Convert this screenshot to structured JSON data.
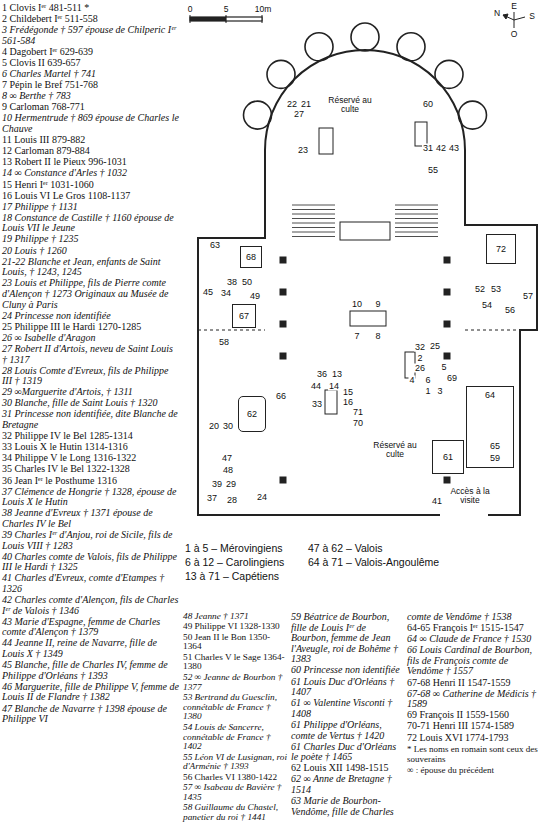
{
  "diagram": {
    "nodes": [
      {
        "text": [
          "68"
        ]
      },
      {
        "text": [
          "72"
        ]
      },
      {
        "text": [
          "67"
        ]
      },
      {
        "text": [
          "62"
        ]
      },
      {
        "text": [
          "64"
        ]
      },
      {
        "text": [
          "61"
        ]
      }
    ],
    "labels": [
      "0",
      "5",
      "10m",
      "N",
      "E",
      "S",
      "O",
      "Réservé au culte",
      "Réservé au culte",
      "Accès à la visite",
      "22",
      "21",
      "27",
      "60",
      "23",
      "31",
      "42",
      "43",
      "55",
      "63",
      "38",
      "50",
      "45",
      "34",
      "49",
      "58",
      "52",
      "53",
      "57",
      "54",
      "56",
      "10",
      "9",
      "7",
      "8",
      "36",
      "13",
      "44",
      "14",
      "15",
      "33",
      "16",
      "66",
      "71",
      "70",
      "32",
      "25",
      "2",
      "26",
      "5",
      "4",
      "6",
      "69",
      "1",
      "3",
      "65",
      "59",
      "41",
      "20",
      "30",
      "47",
      "48",
      "39",
      "29",
      "37",
      "28",
      "24",
      "1 à 5 – Mérovingiens",
      "6 à 12 – Carolingiens",
      "13 à 71 – Capétiens",
      "47 à 62 – Valois",
      "64 à 71 – Valois-Angoulême",
      "1 Clovis Iᵉʳ 481-511 *",
      "2 Childebert Iᵉʳ 511-558",
      "3 Frédégonde † 597 épouse de Chilperic Iᵉʳ 561-584",
      "4 Dagobert Iᵉʳ 629-639",
      "5 Clovis II 639-657",
      "6 Charles Martel † 741",
      "7 Pépin le Bref 751-768",
      "8 ∞ Berthe † 783",
      "9 Carloman 768-771",
      "10 Hermentrude † 869 épouse de Charles le Chauve",
      "11 Louis III 879-882",
      "12 Carloman 879-884",
      "13 Robert II le Pieux 996-1031",
      "14 ∞ Constance d'Arles † 1032",
      "15 Henri Iᵉʳ 1031-1060",
      "16 Louis VI Le Gros 1108-1137",
      "17 Philippe † 1131",
      "18 Constance de Castille † 1160 épouse de Louis VII le Jeune",
      "19 Philippe † 1235",
      "20 Louis † 1260",
      "21-22 Blanche et Jean, enfants de Saint Louis, † 1243, 1245",
      "23 Louis et Philippe, fils de Pierre comte d'Alençon † 1273 Originaux au Musée de Cluny à Paris",
      "24 Princesse non identifiée",
      "25 Philippe III le Hardi 1270-1285",
      "26 ∞ Isabelle d'Aragon",
      "27 Robert II d'Artois, neveu de Saint Louis † 1317",
      "28 Louis Comte d'Evreux, fils de Philippe III † 1319",
      "29 ∞Marguerite d'Artois, † 1311",
      "30 Blanche, fille de Saint Louis † 1320",
      "31 Princesse non identifiée, dite Blanche de Bretagne",
      "32 Philippe IV le Bel 1285-1314",
      "33 Louis X le Hutin 1314-1316",
      "34 Philippe V le Long 1316-1322",
      "35 Charles IV le Bel 1322-1328",
      "36 Jean Iᵉʳ le Posthume 1316",
      "37 Clémence de Hongrie † 1328, épouse de Louis X le Hutin",
      "38 Jeanne d'Evreux † 1371 épouse de Charles IV le Bel",
      "39 Charles Iᵉʳ d'Anjou, roi de Sicile, fils de Louis VIII † 1283",
      "40 Charles comte de Valois, fils de Philippe III le Hardi † 1325",
      "41 Charles d'Evreux, comte d'Etampes † 1326",
      "42 Charles comte d'Alençon, fils de Charles Iᵉʳ de Valois † 1346",
      "43 Marie d'Espagne, femme de Charles comte d'Alençon † 1379",
      "44 Jeanne II, reine de Navarre, fille de Louis X † 1349",
      "45 Blanche, fille de Charles IV, femme de Philippe d'Orléans † 1393",
      "46 Marguerite, fille de Philippe V, femme de Louis II de Flandre † 1382",
      "47 Blanche de Navarre † 1398 épouse de Philippe VI",
      "48 Jeanne † 1371",
      "49 Philippe VI 1328-1330",
      "50 Jean II le Bon 1350-1364",
      "51 Charles V le Sage 1364-1380",
      "52 ∞ Jeanne de Bourbon † 1377",
      "53 Bertrand du Guesclin, connétable de France † 1380",
      "54 Louis de Sancerre, connétable de France † 1402",
      "55 Léon VI de Lusignan, roi d'Arménie † 1393",
      "56 Charles VI 1380-1422",
      "57 ∞ Isabeau de Bavière † 1435",
      "58 Guillaume du Chastel, panetier du roi † 1441",
      "59 Béatrice de Bourbon, fille de Louis Iᵉʳ de Bourbon, femme de Jean l'Aveugle, roi de Bohême † 1383",
      "60 Princesse non identifiée",
      "61 Louis Duc d'Orléans † 1407",
      "61 ∞ Valentine Visconti † 1408",
      "61 Philippe d'Orléans, comte de Vertus † 1420",
      "61 Charles Duc d'Orléans le poète † 1465",
      "62 Louis XII 1498-1515",
      "62 ∞ Anne de Bretagne † 1514",
      "63 Marie de Bourbon-Vendôme, fille de Charles",
      "comte de Vendôme † 1538",
      "64-65 François Iᵉʳ 1515-1547",
      "64 ∞ Claude de France † 1530",
      "66 Louis Cardinal de Bourbon, fils de François comte de Vendôme † 1557",
      "67-68 Henri II 1547-1559",
      "67-68 ∞ Catherine de Médicis † 1589",
      "69 François II 1559-1560",
      "70-71 Henri III 1574-1589",
      "72 Louis XVI 1774-1793",
      "* Les noms en romain sont ceux des souverains",
      "∞ : épouse du précédent"
    ]
  }
}
